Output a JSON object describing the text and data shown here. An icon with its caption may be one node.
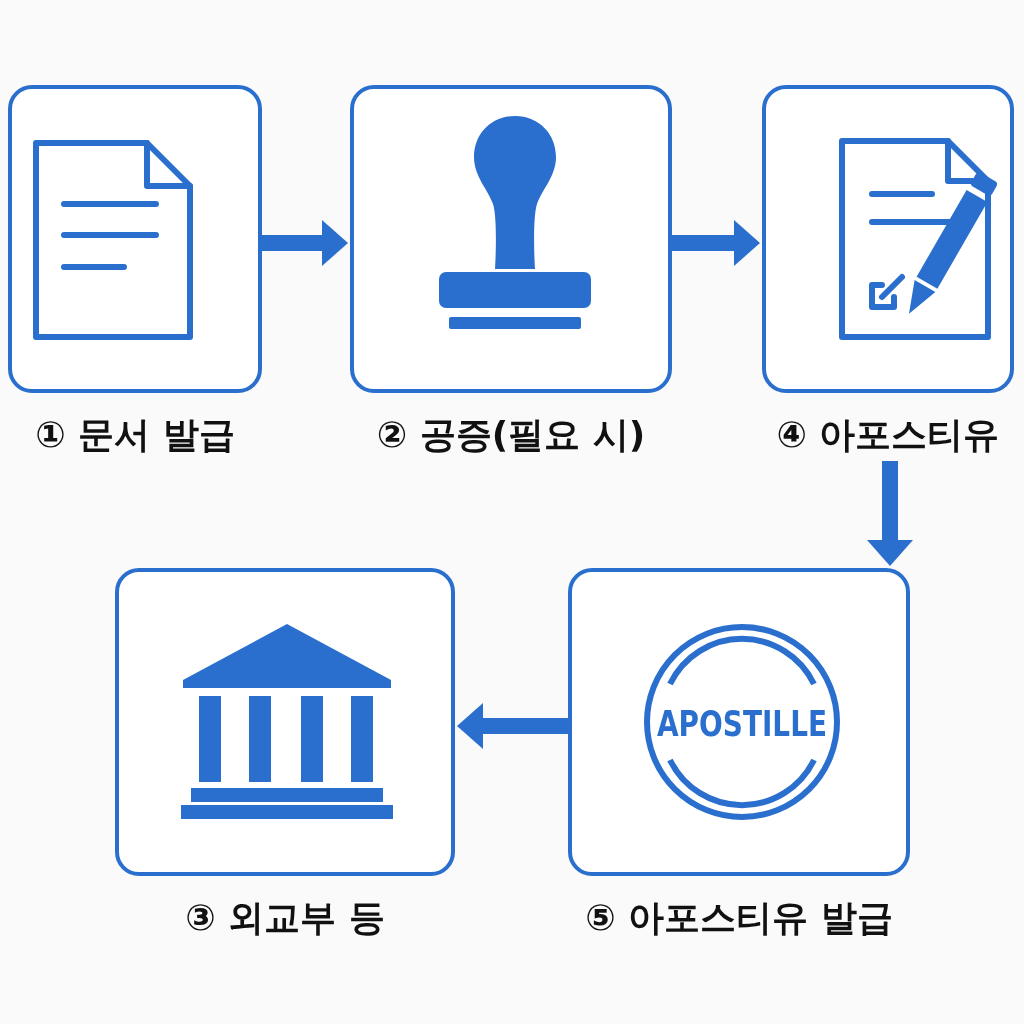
{
  "diagram": {
    "nodes": [
      {
        "text": [
          "① 문서 발급"
        ]
      },
      {
        "text": [
          "② 공증(필요 시)"
        ]
      },
      {
        "text": [
          "④ 아포스티유"
        ]
      },
      {
        "text": [
          "③ 외교부 등"
        ]
      },
      {
        "text": [
          "APOSTILLE",
          "⑤ 아포스티유 발급"
        ]
      }
    ],
    "edges": [
      {
        "from": 0,
        "to": 1,
        "arrow": "to"
      },
      {
        "from": 1,
        "to": 2,
        "arrow": "to"
      },
      {
        "from": 2,
        "to": 4,
        "arrow": "to"
      },
      {
        "from": 4,
        "to": 3,
        "arrow": "to"
      }
    ]
  }
}
